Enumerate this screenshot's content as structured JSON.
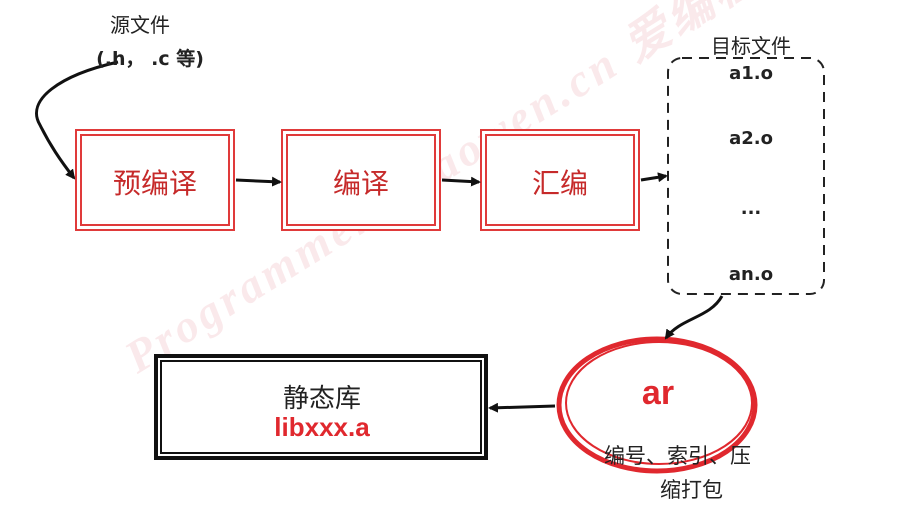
{
  "source": {
    "title": "源文件",
    "subtitle": "(.h，  .c 等)"
  },
  "stages": [
    {
      "label": "预编译"
    },
    {
      "label": "编译"
    },
    {
      "label": "汇编"
    }
  ],
  "objects": {
    "title": "目标文件",
    "items": [
      "a1.o",
      "a2.o",
      "...",
      "an.o"
    ]
  },
  "archiver": {
    "label": "ar",
    "desc_line1": "编号、索引、压",
    "desc_line2": "缩打包"
  },
  "library": {
    "title": "静态库",
    "file": "libxxx.a"
  },
  "watermark": "Programmer Zhaowen.cn 爱编程的大丙",
  "colors": {
    "stage_border": "#e03a3a",
    "stage_text": "#c62a2a",
    "ar_circle": "#e0282e",
    "lib_file": "#e0282e",
    "arrow": "#111111"
  }
}
